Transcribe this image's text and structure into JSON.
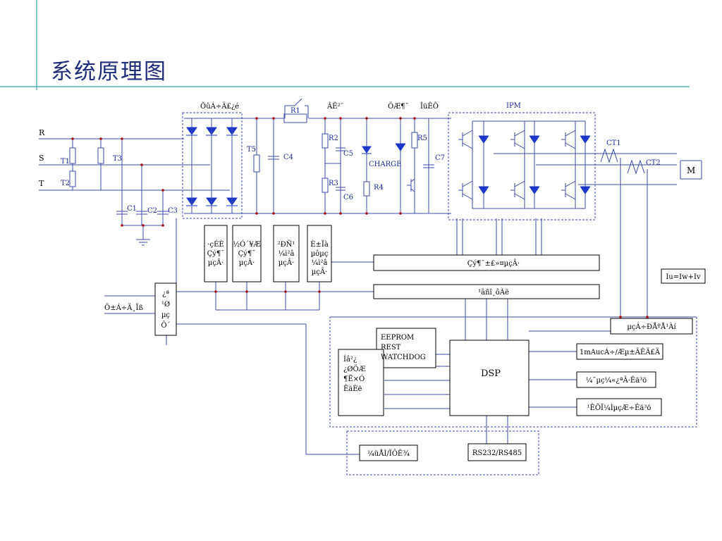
{
  "slide": {
    "title": "系统原理图"
  },
  "diagram": {
    "colors": {
      "wire": "#3a4ba8",
      "text": "#000000",
      "accent_line": "#2ea3a3",
      "diode": "#1a37c9",
      "node": "#a01010"
    },
    "inputs": {
      "r": "R",
      "s": "S",
      "t": "T"
    },
    "components": {
      "t1": "T1",
      "t2": "T2",
      "t3": "T3",
      "t5": "T5",
      "c1": "C1",
      "c2": "C2",
      "c3": "C3",
      "c4": "C4",
      "c5": "C5",
      "c6": "C6",
      "c7": "C7",
      "r1": "R1",
      "r2": "R2",
      "r3": "R3",
      "r4": "R4",
      "r5": "R5",
      "charge": "CHARGE",
      "ipm": "IPM",
      "ct1": "CT1",
      "ct2": "CT2",
      "motor": "M"
    },
    "top_labels": {
      "rectifier": "ÕûÁ÷Ä£¿é",
      "relay": "ÂË²¨",
      "brake": "ÖÆ¶¯",
      "output": "ÎüÊÕ"
    },
    "sense_blocks": [
      {
        "lines": [
          "·çÉÈ",
          "Çý¶¯",
          "µçÂ·"
        ]
      },
      {
        "lines": [
          "½Ó´¥Æ",
          "Çý¶¯",
          "µçÂ·"
        ]
      },
      {
        "lines": [
          "²ÐÑ¹",
          "¼ì²â",
          "µçÂ·"
        ]
      },
      {
        "lines": [
          "È±Ïà",
          "µôµç",
          "¼ì²â",
          "µçÂ·"
        ]
      }
    ],
    "bars": {
      "drive": "Çý¶¯±£»¤µçÂ·",
      "iso": "¹âñî¸ôÀë"
    },
    "left": {
      "power_block": [
        "¿ª",
        "¹Ø",
        "µç",
        "Ô´"
      ],
      "aux_label": "Ö±Á÷Ä¸Ïß"
    },
    "current_sense": "Iu=Iw+Iv",
    "sampling": "µçÁ÷ÐÅºÅ¹Àí",
    "dsp": {
      "label": "DSP",
      "eeprom": [
        "EEPROM",
        "REST",
        "WATCHDOG"
      ],
      "input_block": [
        "Íâ²¿",
        "¿ØÖÆ",
        "¶Ë×Ó",
        "ÊäÈë"
      ]
    },
    "right_outputs": [
      "1mAucÁ÷/Æµ±ÂÊÃ£Ä",
      "¼¯µç¼«¿ªÂ·Êä³ö",
      "¹ÊÕÏ¼ÌµçÆ÷Êä³ö"
    ],
    "bottom": {
      "keypad": "¼üÅÌ/ÏÔÊ¾",
      "comm": "RS232/RS485"
    }
  }
}
